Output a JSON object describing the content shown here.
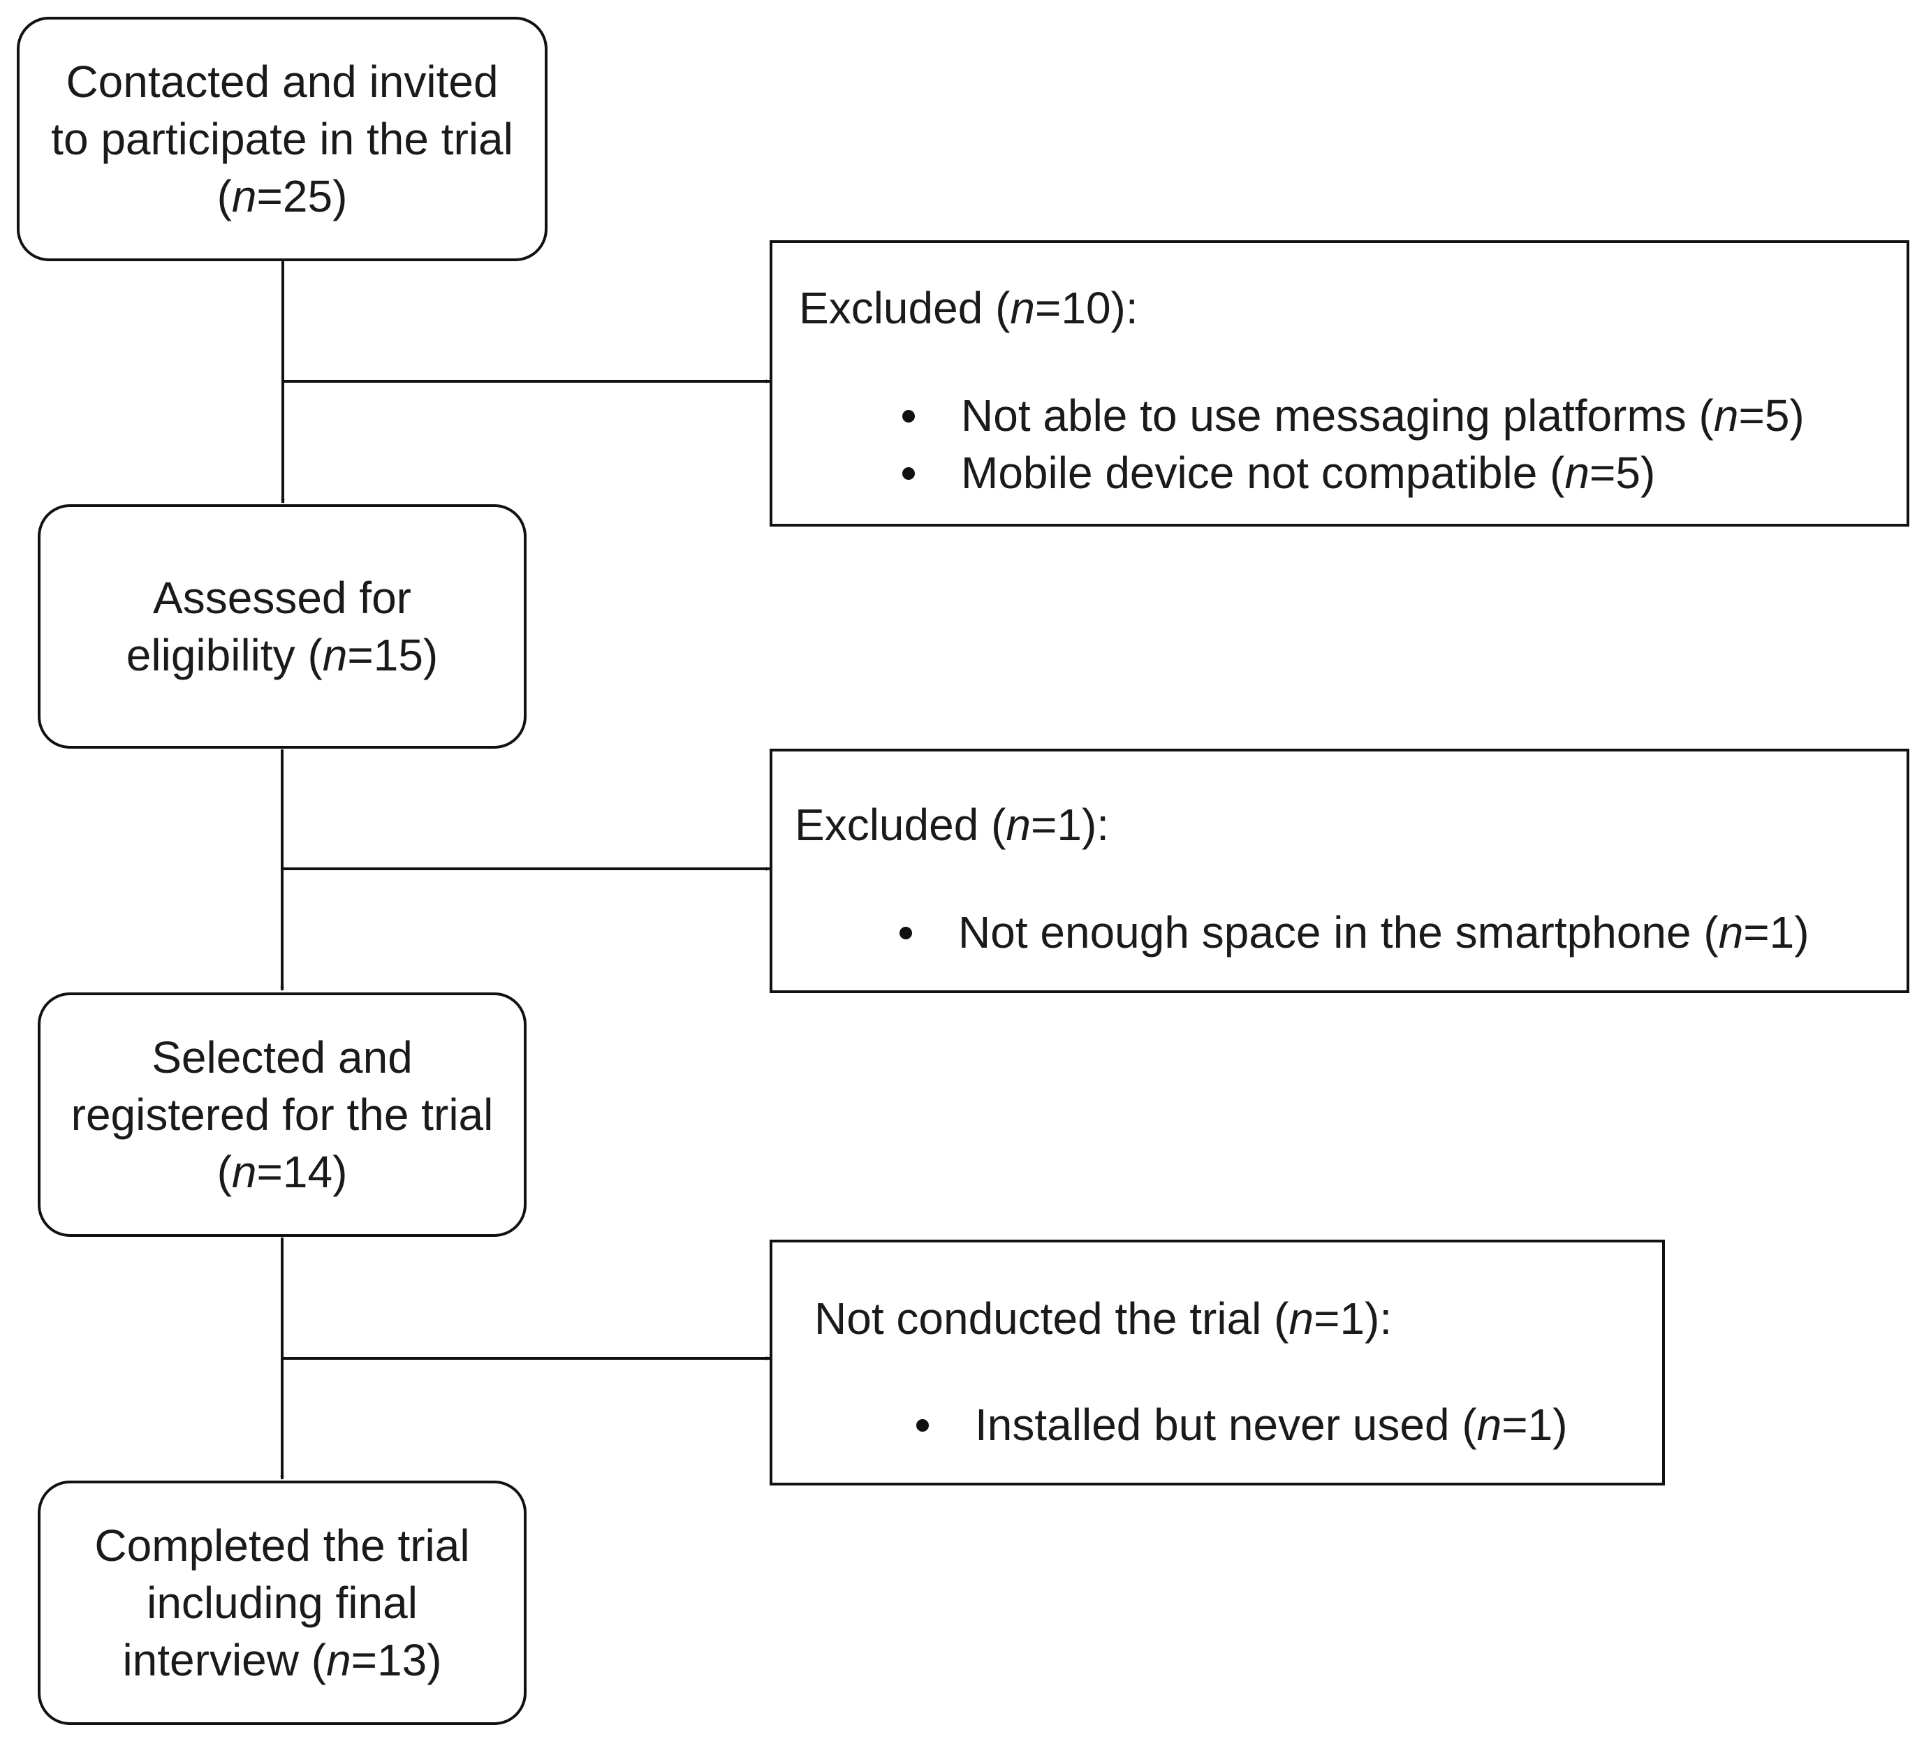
{
  "flow": {
    "n_symbol": "n",
    "main": [
      {
        "lines": [
          "Contacted and invited",
          "to participate in the trial"
        ],
        "count_prefix": "(",
        "count_suffix": "=25)"
      },
      {
        "lines": [
          "Assessed for"
        ],
        "last_line_prefix": "eligibility (",
        "count_suffix": "=15)"
      },
      {
        "lines": [
          "Selected and",
          "registered for the trial"
        ],
        "count_prefix": "(",
        "count_suffix": "=14)"
      },
      {
        "lines": [
          "Completed the trial",
          "including final"
        ],
        "last_line_prefix": "interview (",
        "count_suffix": "=13)"
      }
    ],
    "side": [
      {
        "head_prefix": "Excluded (",
        "head_suffix": "=10):",
        "items": [
          {
            "prefix": "Not able to use messaging platforms (",
            "suffix": "=5)"
          },
          {
            "prefix": "Mobile device not compatible (",
            "suffix": "=5)"
          }
        ]
      },
      {
        "head_prefix": "Excluded (",
        "head_suffix": "=1):",
        "items": [
          {
            "prefix": "Not enough space in the smartphone (",
            "suffix": "=1)"
          }
        ]
      },
      {
        "head_prefix": "Not conducted the trial (",
        "head_suffix": "=1):",
        "items": [
          {
            "prefix": "Installed but never used (",
            "suffix": "=1)"
          }
        ]
      }
    ]
  }
}
